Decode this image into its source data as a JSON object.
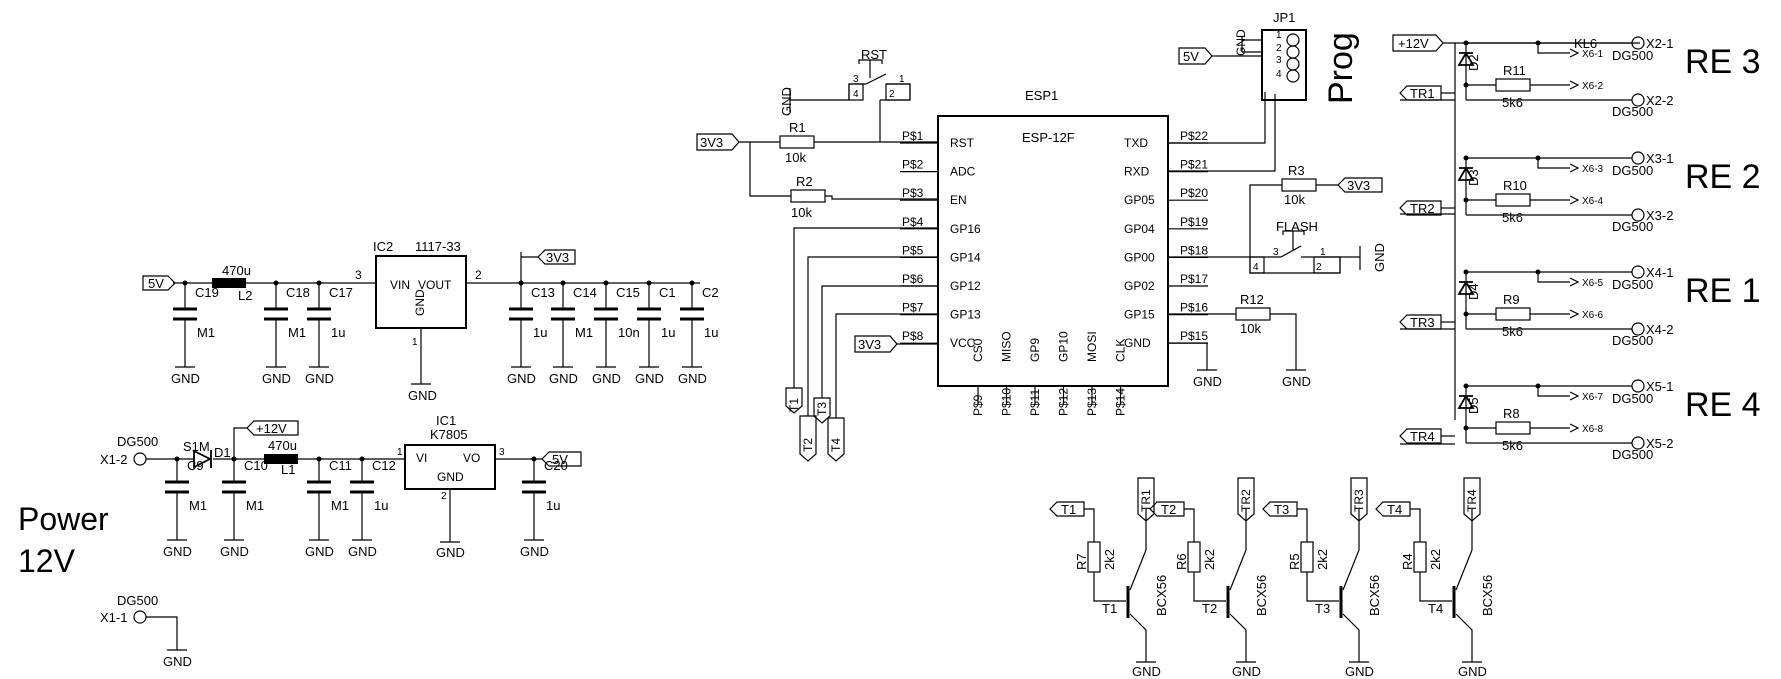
{
  "nets": {
    "v5": "5V",
    "v12": "+12V",
    "v33": "3V3",
    "gnd": "GND",
    "t1": "T1",
    "t2": "T2",
    "t3": "T3",
    "t4": "T4",
    "tr1": "TR1",
    "tr2": "TR2",
    "tr3": "TR3",
    "tr4": "TR4"
  },
  "power": {
    "title1": "Power",
    "title2": "12V"
  },
  "conn": {
    "x11": "X1-1",
    "x12": "X1-2",
    "dg": "DG500",
    "x21": "X2-1",
    "x22": "X2-2",
    "x31": "X3-1",
    "x32": "X3-2",
    "x41": "X4-1",
    "x42": "X4-2",
    "x51": "X5-1",
    "x52": "X5-2",
    "kl6": "KL6",
    "x61": "X6-1",
    "x62": "X6-2",
    "x63": "X6-3",
    "x64": "X6-4",
    "x65": "X6-5",
    "x66": "X6-6",
    "x67": "X6-7",
    "x68": "X6-8"
  },
  "relays": {
    "re3": "RE 3",
    "re2": "RE 2",
    "re1": "RE 1",
    "re4": "RE 4"
  },
  "parts": {
    "c19": "C19",
    "c18": "C18",
    "c17": "C17",
    "c13": "C13",
    "c14": "C14",
    "c15": "C15",
    "c1": "C1",
    "c2": "C2",
    "c9": "C9",
    "c10": "C10",
    "c11": "C11",
    "c12": "C12",
    "c20": "C20",
    "l1": "L1",
    "l2": "L2",
    "d1": "D1",
    "s1m": "S1M",
    "ic1": "IC1",
    "k7805": "K7805",
    "ic2": "IC2",
    "v1117": "1117-33",
    "r1": "R1",
    "r2": "R2",
    "r3": "R3",
    "r4": "R4",
    "r5": "R5",
    "r6": "R6",
    "r7": "R7",
    "r8": "R8",
    "r9": "R9",
    "r10": "R10",
    "r11": "R11",
    "r12": "R12",
    "d2": "D2",
    "d3": "D3",
    "d4": "D4",
    "d5": "D5",
    "tr_t1": "T1",
    "tr_t2": "T2",
    "tr_t3": "T3",
    "tr_t4": "T4",
    "bcx56": "BCX56",
    "rst": "RST",
    "flash": "FLASH",
    "jp1": "JP1",
    "prog": "Prog",
    "esp1": "ESP1",
    "esp12f": "ESP-12F"
  },
  "values": {
    "m1": "M1",
    "u1": "1u",
    "n10": "10n",
    "u470": "470u",
    "k10": "10k",
    "k56": "5k6",
    "k22": "2k2"
  },
  "ic_pins": {
    "vin": "VIN",
    "vout": "VOUT",
    "gnd": "GND",
    "vi": "VI",
    "vo": "VO",
    "n1": "1",
    "n2": "2",
    "n3": "3",
    "n4": "4"
  },
  "esp": {
    "left": [
      {
        "pin": "P$1",
        "name": "RST"
      },
      {
        "pin": "P$2",
        "name": "ADC"
      },
      {
        "pin": "P$3",
        "name": "EN"
      },
      {
        "pin": "P$4",
        "name": "GP16"
      },
      {
        "pin": "P$5",
        "name": "GP14"
      },
      {
        "pin": "P$6",
        "name": "GP12"
      },
      {
        "pin": "P$7",
        "name": "GP13"
      },
      {
        "pin": "P$8",
        "name": "VCC"
      }
    ],
    "right": [
      {
        "pin": "P$22",
        "name": "TXD"
      },
      {
        "pin": "P$21",
        "name": "RXD"
      },
      {
        "pin": "P$20",
        "name": "GP05"
      },
      {
        "pin": "P$19",
        "name": "GP04"
      },
      {
        "pin": "P$18",
        "name": "GP00"
      },
      {
        "pin": "P$17",
        "name": "GP02"
      },
      {
        "pin": "P$16",
        "name": "GP15"
      },
      {
        "pin": "P$15",
        "name": "GND"
      }
    ],
    "bottom": [
      {
        "pin": "P$9",
        "name": "CS0"
      },
      {
        "pin": "P$10",
        "name": "MISO"
      },
      {
        "pin": "P$11",
        "name": "GP9"
      },
      {
        "pin": "P$12",
        "name": "GP10"
      },
      {
        "pin": "P$13",
        "name": "MOSI"
      },
      {
        "pin": "P$14",
        "name": "CLK"
      }
    ]
  }
}
